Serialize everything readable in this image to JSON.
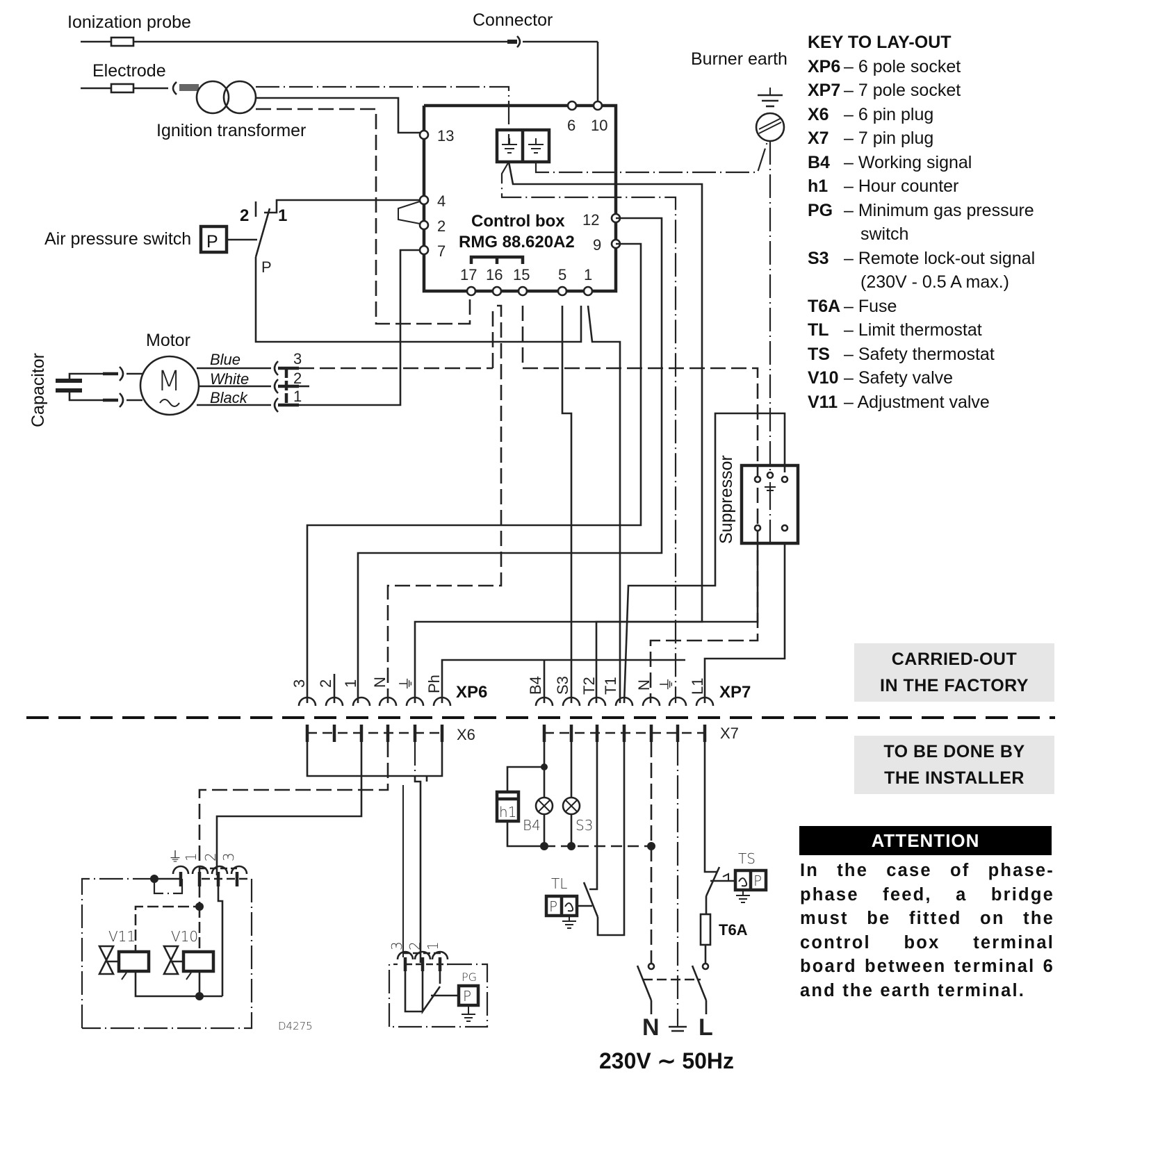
{
  "labels": {
    "ionization_probe": "Ionization probe",
    "connector": "Connector",
    "electrode": "Electrode",
    "ignition_transformer": "Ignition transformer",
    "burner_earth": "Burner earth",
    "air_pressure_switch": "Air pressure switch",
    "air_switch_symbol": "P",
    "air_switch_contact_2": "2",
    "air_switch_contact_1": "1",
    "air_switch_p": "P",
    "motor": "Motor",
    "motor_symbol": "M",
    "capacitor": "Capacitor",
    "wire_blue": "Blue",
    "wire_white": "White",
    "wire_black": "Black",
    "motor_pins": [
      "3",
      "2",
      "1"
    ],
    "suppressor": "Suppressor",
    "drawing_code": "D4275"
  },
  "control_box": {
    "title": "Control box",
    "model": "RMG 88.620A2",
    "terminals_left": [
      "13",
      "4",
      "2",
      "7"
    ],
    "terminals_top": [
      "6",
      "10"
    ],
    "terminals_right": [
      "12",
      "9"
    ],
    "terminals_bottom": [
      "17",
      "16",
      "15",
      "5",
      "1"
    ]
  },
  "xp6": {
    "name": "XP6",
    "pins": [
      "3",
      "2",
      "1",
      "N",
      "⏚",
      "Ph"
    ]
  },
  "xp7": {
    "name": "XP7",
    "pins": [
      "B4",
      "S3",
      "T2",
      "T1",
      "N",
      "⏚",
      "L1"
    ]
  },
  "x6": {
    "name": "X6"
  },
  "x7": {
    "name": "X7"
  },
  "installer_side": {
    "h1": "h1",
    "b4": "B4",
    "s3": "S3",
    "tl": "TL",
    "ts": "TS",
    "t6a": "T6A",
    "p": "P",
    "valve_v11": "V11",
    "valve_v10": "V10",
    "valve_plug_pins": [
      "⏚",
      "1",
      "2",
      "3"
    ],
    "pg": "PG",
    "pg_pins": [
      "3",
      "2",
      "1"
    ],
    "mains_n": "N",
    "mains_l": "L",
    "supply": "230V ∼ 50Hz"
  },
  "key": {
    "title": "KEY TO LAY-OUT",
    "items": [
      {
        "code": "XP6",
        "desc": "– 6 pole socket"
      },
      {
        "code": "XP7",
        "desc": "– 7 pole socket"
      },
      {
        "code": "X6",
        "desc": "– 6 pin plug"
      },
      {
        "code": "X7",
        "desc": "– 7 pin plug"
      },
      {
        "code": "B4",
        "desc": "– Working signal"
      },
      {
        "code": "h1",
        "desc": "– Hour counter"
      },
      {
        "code": "PG",
        "desc": "– Minimum gas pressure switch"
      },
      {
        "code": "S3",
        "desc": "– Remote lock-out signal (230V - 0.5 A max.)"
      },
      {
        "code": "T6A",
        "desc": "– Fuse"
      },
      {
        "code": "TL",
        "desc": "– Limit thermostat"
      },
      {
        "code": "TS",
        "desc": "– Safety thermostat"
      },
      {
        "code": "V10",
        "desc": "– Safety valve"
      },
      {
        "code": "V11",
        "desc": "– Adjustment valve"
      }
    ]
  },
  "zones": {
    "factory_line1": "CARRIED-OUT",
    "factory_line2": "IN THE FACTORY",
    "installer_line1": "TO BE DONE BY",
    "installer_line2": "THE INSTALLER"
  },
  "attention": {
    "title": "ATTENTION",
    "body": "In the case of phase-phase feed, a bridge must be fitted on the control box terminal board between terminal 6 and the earth terminal."
  }
}
